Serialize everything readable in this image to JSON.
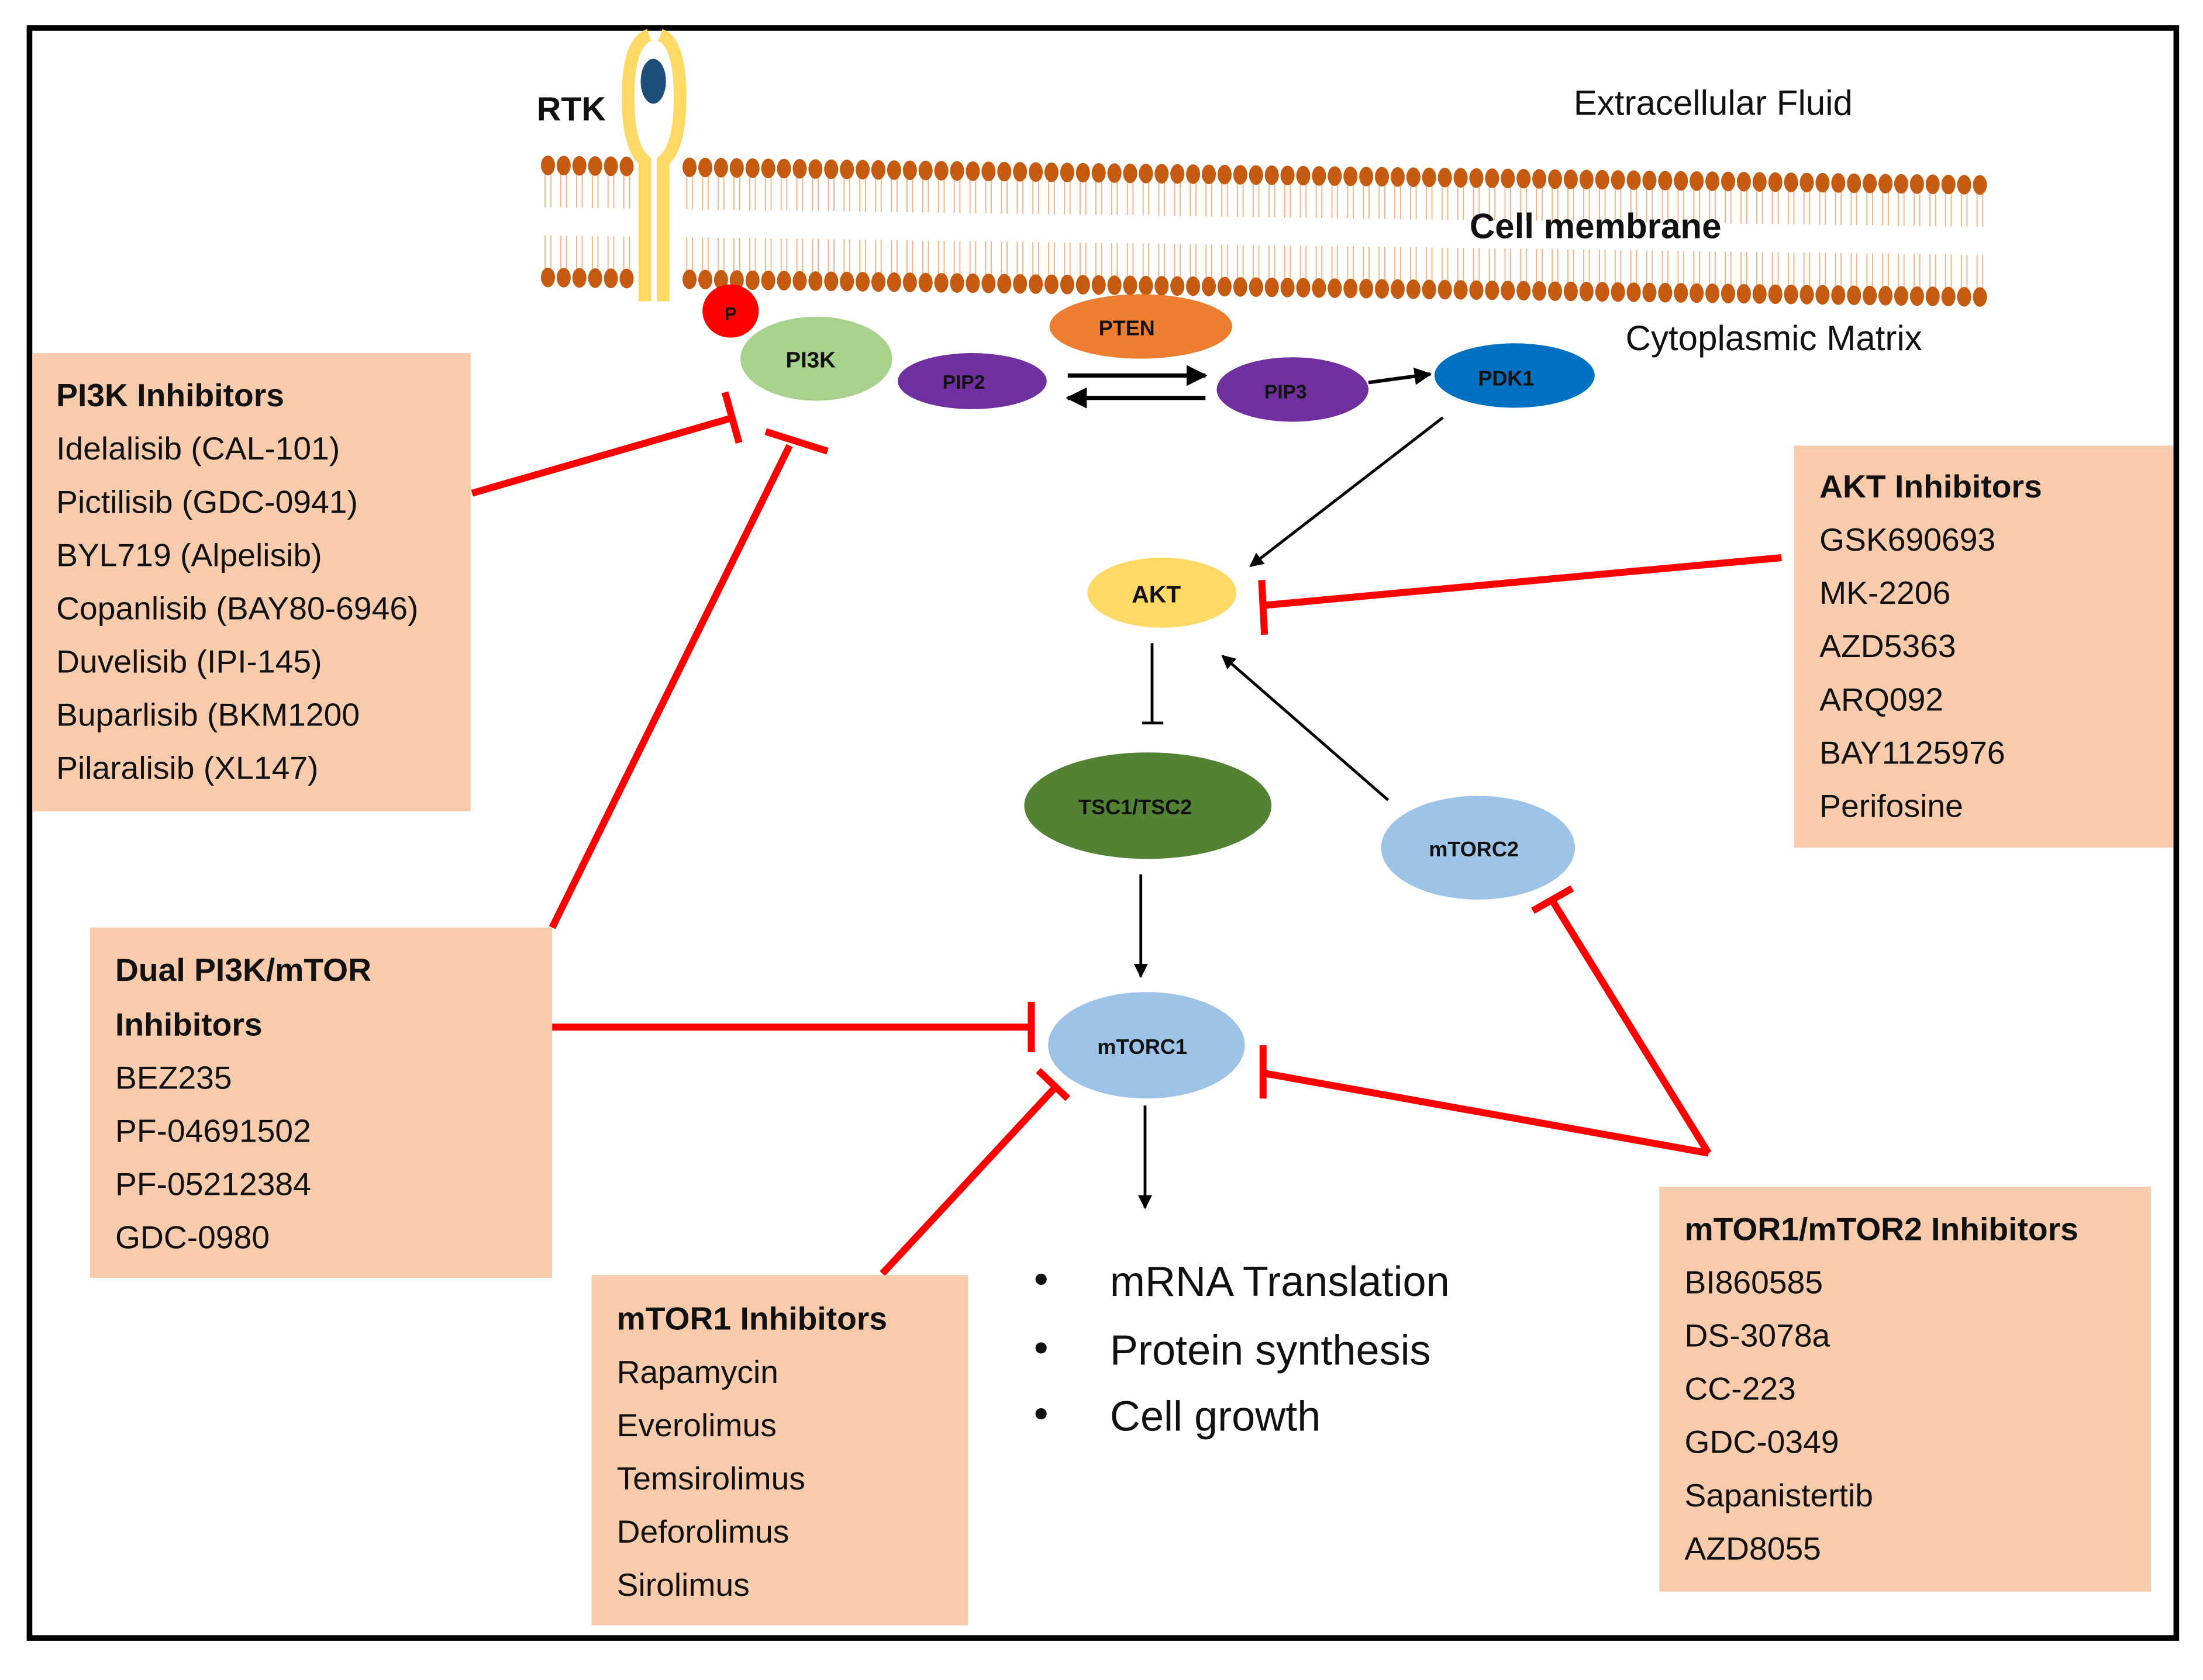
{
  "colors": {
    "box_fill": "#f8cbad",
    "inhibit_red": "#ff0000",
    "membrane_head": "#c55a11",
    "membrane_tail": "#f4b183",
    "rtk": "#ffd966",
    "ligand": "#1f4e79",
    "p": "#ff0000",
    "pi3k": "#a9d18e",
    "pip": "#7030a0",
    "pten": "#ed7d31",
    "pdk1": "#0070c0",
    "akt": "#ffd966",
    "tsc": "#548235",
    "mtorc": "#9dc3e6"
  },
  "labels": {
    "rtk": "RTK",
    "extracellular": "Extracellular Fluid",
    "membrane": "Cell membrane",
    "cytoplasm": "Cytoplasmic Matrix"
  },
  "nodes": {
    "p": "P",
    "pi3k": "PI3K",
    "pip2": "PIP2",
    "pten": "PTEN",
    "pip3": "PIP3",
    "pdk1": "PDK1",
    "akt": "AKT",
    "tsc": "TSC1/TSC2",
    "mtorc2": "mTORC2",
    "mtorc1": "mTORC1"
  },
  "outcomes": [
    "mRNA Translation",
    "Protein synthesis",
    "Cell growth"
  ],
  "inhibitor_boxes": {
    "pi3k": {
      "title": "PI3K Inhibitors",
      "items": [
        "Idelalisib (CAL-101)",
        "Pictilisib (GDC-0941)",
        "BYL719 (Alpelisib)",
        "Copanlisib (BAY80-6946)",
        "Duvelisib (IPI-145)",
        "Buparlisib (BKM1200",
        "Pilaralisib (XL147)"
      ]
    },
    "akt": {
      "title": "AKT Inhibitors",
      "items": [
        "GSK690693",
        "MK-2206",
        "AZD5363",
        "ARQ092",
        "BAY1125976",
        "Perifosine"
      ]
    },
    "dual": {
      "title_line1": "Dual PI3K/mTOR",
      "title_line2": "Inhibitors",
      "items": [
        "BEZ235",
        "PF-04691502",
        "PF-05212384",
        "GDC-0980"
      ]
    },
    "mtor1": {
      "title": "mTOR1 Inhibitors",
      "items": [
        "Rapamycin",
        "Everolimus",
        "Temsirolimus",
        "Deforolimus",
        "Sirolimus"
      ]
    },
    "mtor12": {
      "title": "mTOR1/mTOR2 Inhibitors",
      "items": [
        "BI860585",
        "DS-3078a",
        "CC-223",
        "GDC-0349",
        "Sapanistertib",
        "AZD8055"
      ]
    }
  }
}
